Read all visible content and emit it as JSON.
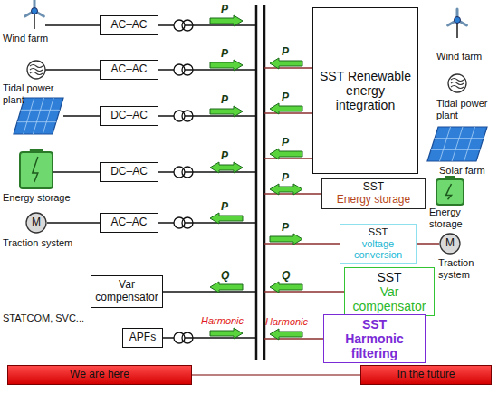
{
  "diagram": {
    "nodes": [
      {
        "text": [
          "AC–AC"
        ]
      },
      {
        "text": [
          "AC–AC"
        ]
      },
      {
        "text": [
          "DC–AC"
        ]
      },
      {
        "text": [
          "DC–AC"
        ]
      },
      {
        "text": [
          "M"
        ]
      },
      {
        "text": [
          "AC–AC"
        ]
      },
      {
        "text": [
          "Var compensator"
        ]
      },
      {
        "text": [
          "APFs"
        ]
      },
      {
        "text": [
          "SST Renewable energy integration"
        ]
      },
      {
        "text": [
          "SST",
          "Energy storage"
        ]
      },
      {
        "text": [
          "SST",
          "voltage conversion"
        ]
      },
      {
        "text": [
          "M"
        ]
      },
      {
        "text": [
          "SST",
          "Var compensator"
        ]
      },
      {
        "text": [
          "SST",
          "Harmonic filtering"
        ]
      },
      {
        "text": [
          "We are here"
        ]
      },
      {
        "text": [
          "In the future"
        ]
      }
    ],
    "edges": [
      {
        "from": 4,
        "to": 5,
        "arrow": "none"
      },
      {
        "from": 10,
        "to": 11,
        "arrow": "none"
      }
    ],
    "labels": [
      "Wind farm",
      "P",
      "Tidal power plant",
      "P",
      "P",
      "Energy storage",
      "P",
      "Traction system",
      "P",
      "STATCOM, SVC...",
      "Q",
      "Harmonic",
      "P",
      "Wind farm",
      "P",
      "Tidal power plant",
      "P",
      "Solar farm",
      "P",
      "Energy storage",
      "P",
      "Traction system",
      "Q",
      "Harmonic"
    ]
  }
}
